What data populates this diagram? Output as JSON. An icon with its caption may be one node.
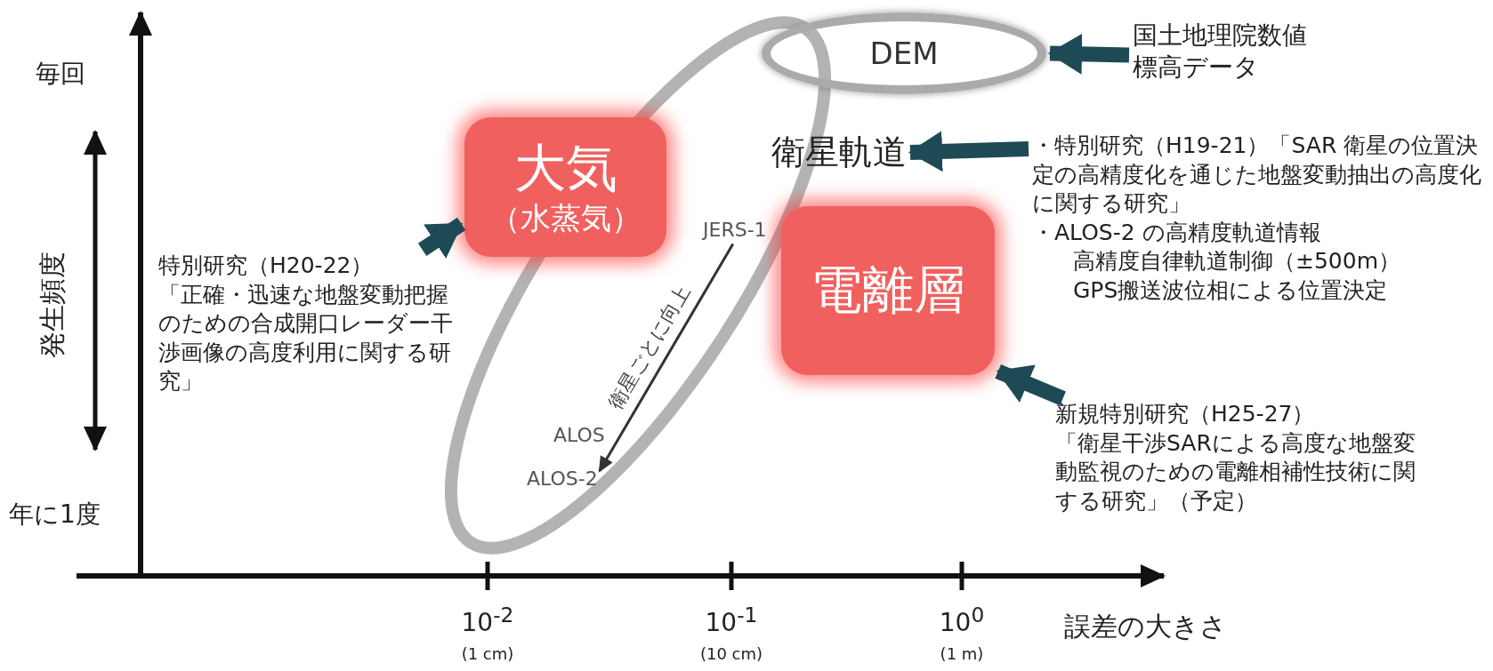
{
  "diagram": {
    "nodes": [
      {
        "text": [
          "DEM"
        ]
      },
      {
        "text": [
          "衛星軌道"
        ]
      },
      {
        "text": [
          "大気",
          "（水蒸気）"
        ]
      },
      {
        "text": [
          "電離層"
        ]
      },
      {
        "text": [
          "国土地理院数値標高データ"
        ]
      },
      {
        "text": [
          "・特別研究（H19-21）「SAR 衛星の位置決定の高精度化を通じた地盤変動抽出の高度化に関する研究」",
          "・ALOS-2 の高精度軌道情報",
          "高精度自律軌道制御（±500m）",
          "GPS搬送波位相による位置決定"
        ]
      },
      {
        "text": [
          "特別研究（H20-22）",
          "「正確・迅速な地盤変動把握のための合成開口レーダー干渉画像の高度利用に関する研究」"
        ]
      },
      {
        "text": [
          "新規特別研究（H25-27）",
          "「衛星干渉SARによる高度な地盤変動監視のための電離相補性技術に関する研究」（予定）"
        ]
      },
      {
        "text": [
          "JERS-1"
        ],
        "in": 1
      },
      {
        "text": [
          "ALOS-2"
        ],
        "in": 1
      }
    ],
    "edges": [
      {
        "from": 4,
        "to": 0,
        "arrow": "to"
      },
      {
        "from": 5,
        "to": 1,
        "arrow": "to"
      },
      {
        "from": 6,
        "to": 2,
        "arrow": "to"
      },
      {
        "from": 7,
        "to": 3,
        "arrow": "to"
      },
      {
        "from": 8,
        "to": 9,
        "arrow": "to",
        "label": "衛星ごとに向上",
        "color": "#333333"
      }
    ],
    "labels": [
      "毎回",
      "発生頻度",
      "ALOS",
      "年に1度",
      "10$^{-2}$",
      "(1 cm)",
      "10$^{-1}$",
      "(10 cm)",
      "10$^{0}$",
      "(1 m)",
      "誤差の大きさ"
    ]
  }
}
